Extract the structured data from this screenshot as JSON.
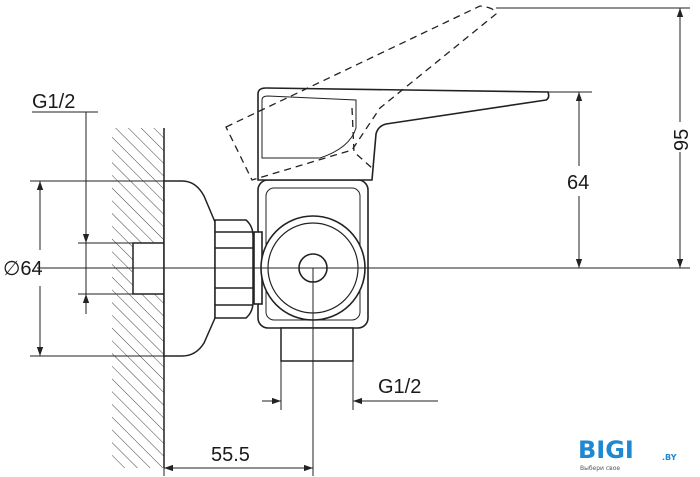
{
  "labels": {
    "inlet_thread_left": "G1/2",
    "flange_diameter": "∅64",
    "handle_height": "64",
    "handle_raised_height": "95",
    "outlet_thread_bottom": "G1/2",
    "wall_offset": "55.5"
  },
  "logo": {
    "brand": "BIGI",
    "suffix": ".BY",
    "tagline": "Выбери свое",
    "color_primary": "#1e88d2"
  }
}
